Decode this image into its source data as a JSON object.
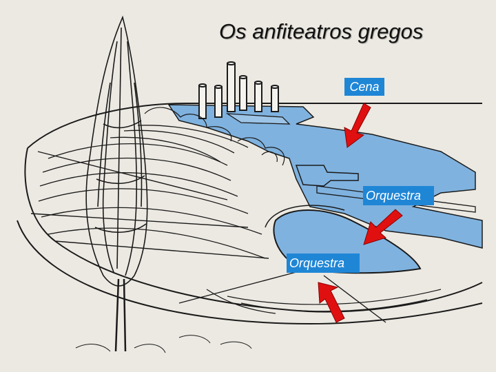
{
  "title": "Os anfiteatros gregos",
  "labels": {
    "cena": "Cena",
    "orquestra_1": "Orquestra",
    "orquestra_2": "Orquestra"
  },
  "colors": {
    "background": "#ece9e2",
    "stage_blue": "#7fb2df",
    "label_bg": "#1f86d6",
    "arrow_red": "#e01010",
    "ink": "#1a1a1a"
  }
}
